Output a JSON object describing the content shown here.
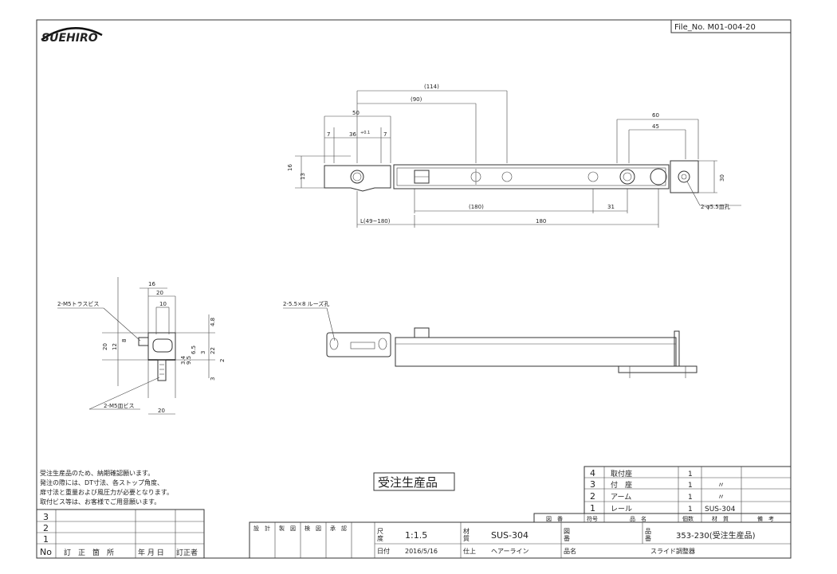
{
  "header": {
    "logo_text": "SUEHIRO",
    "file_no": "File_No. M01-004-20"
  },
  "top_view": {
    "dims": {
      "d114": "(114)",
      "d90": "(90)",
      "d50": "50",
      "d36": "36",
      "d36_suffix": "+0.1",
      "d7a": "7",
      "d7b": "7",
      "d16": "16",
      "d13": "13",
      "d60": "60",
      "d45": "45",
      "d30": "30",
      "d180p": "(180)",
      "d31": "31",
      "dL": "L(49~180)",
      "d180": "180"
    },
    "hole_note": "2-φ5.5皿孔"
  },
  "side_view": {
    "screw_top": "2-M5トラスビス",
    "screw_bottom": "2-M5皿ビス",
    "dims": {
      "d16": "16",
      "d20a": "20",
      "d10": "10",
      "d4_8": "4.8",
      "d20b": "20",
      "d12": "12",
      "d8": "8",
      "d6_5": "6.5",
      "d3_4": "3.4",
      "d9_5": "9.5",
      "d3a": "3",
      "d22": "22",
      "d2": "2",
      "d3b": "3",
      "d20c": "20"
    }
  },
  "front_view": {
    "hole_note": "2-5.5×8 ルーズ孔"
  },
  "notes": [
    "受注生産品のため、納期確認願います。",
    "発注の際には、DT寸法、各ストップ角度、",
    "扉寸法と重量および風圧力が必要となります。",
    "取付ビス等は、お客様でご用意願います。"
  ],
  "stamp": "受注生産品",
  "parts_table": {
    "rows": [
      {
        "no": "4",
        "name": "取付座",
        "qty": "1",
        "material": "",
        "remark": ""
      },
      {
        "no": "3",
        "name": "付　座",
        "qty": "1",
        "material": "〃",
        "remark": ""
      },
      {
        "no": "2",
        "name": "アーム",
        "qty": "1",
        "material": "〃",
        "remark": ""
      },
      {
        "no": "1",
        "name": "レール",
        "qty": "1",
        "material": "SUS-304",
        "remark": ""
      }
    ],
    "header": {
      "zuban": "図　番",
      "fugo": "符号",
      "hinmei": "品　名",
      "kosu": "個数",
      "zaishitsu": "材　質",
      "biko": "備　考"
    }
  },
  "revision_table": {
    "rows": [
      "3",
      "2",
      "1"
    ],
    "header": {
      "no": "No",
      "teisei": "訂　正　箇　所",
      "date": "年 月 日",
      "person": "訂正者"
    }
  },
  "title_block": {
    "sekkei": "設　計",
    "seizu": "製　図",
    "kenzu": "検　図",
    "shonin": "承　認",
    "shakudo_label": "尺\n度",
    "scale": "1:1.5",
    "material_label": "材\n質",
    "material": "SUS-304",
    "zuban_label": "図\n番",
    "hinban_label": "品\n番",
    "hinban": "353-230(受注生産品)",
    "date_label": "日付",
    "date": "2016/5/16",
    "finish_label": "仕上",
    "finish": "ヘアーライン",
    "name_label": "品名",
    "product_name": "スライド調整器"
  }
}
